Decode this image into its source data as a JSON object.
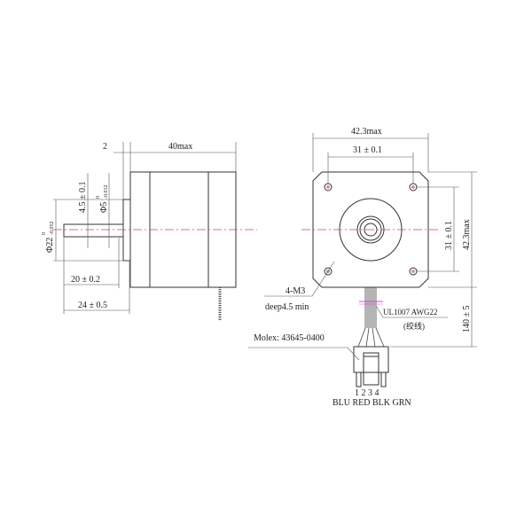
{
  "side_view": {
    "dim_flange": "2",
    "dim_length": "40max",
    "dim_shaft_flat": "4.5 ± 0.1",
    "dim_shaft_dia": "Φ5",
    "dim_shaft_dia_tol_upper": "0",
    "dim_shaft_dia_tol_lower": "-0.012",
    "dim_boss_dia": "Φ22",
    "dim_boss_dia_tol_upper": "0",
    "dim_boss_dia_tol_lower": "-0.052",
    "dim_flat_length": "20 ± 0.2",
    "dim_shaft_length": "24 ± 0.5"
  },
  "front_view": {
    "dim_width": "42.3max",
    "dim_hole_spacing_h": "31 ± 0.1",
    "dim_hole_spacing_v": "31 ± 0.1",
    "dim_height": "42.3max",
    "dim_lead_length": "140 ± 5",
    "mount_holes": "4-M3",
    "mount_depth": "deep4.5 min",
    "wire_spec": "UL1007  AWG22",
    "wire_note": "(绞线)",
    "connector": "Molex: 43645-0400",
    "pin_numbers": "1 2 3 4",
    "pin_colors": "BLU RED BLK GRN"
  },
  "colors": {
    "centerline": "#e04040",
    "marker": "#e040e0",
    "lines": "#333333"
  }
}
